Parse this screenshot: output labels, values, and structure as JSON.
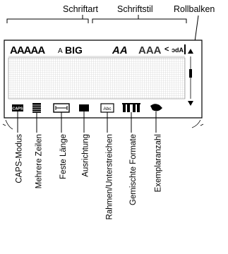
{
  "top_labels": {
    "schriftart": "Schriftart",
    "schriftstil": "Schriftstil",
    "rollbalken": "Rollbalken"
  },
  "display": {
    "font_samples": [
      "AAAAA",
      "A",
      "BIG",
      "AA",
      "AAA"
    ],
    "scroll_up_icon": "triangle-up",
    "scroll_down_icon": "triangle-down",
    "indicator_caps": "CAPS"
  },
  "indicator_labels": [
    "CAPS-Modus",
    "Mehrere Zeilen",
    "Feste Länge",
    "Ausrichtung",
    "Rahmen/Unterstreichen",
    "Gemischte Formate",
    "Exemplaranzahl"
  ]
}
